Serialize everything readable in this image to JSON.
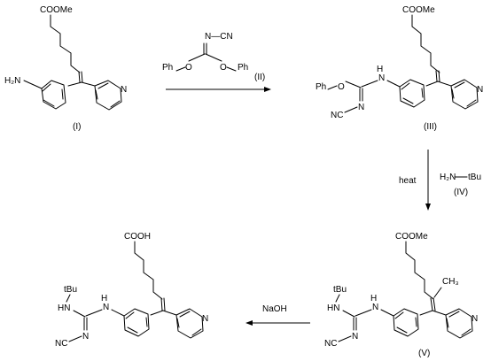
{
  "compounds": {
    "I": {
      "label": "(I)",
      "ester": "COOMe",
      "amine": "H₂N",
      "ring_n": "N"
    },
    "II": {
      "label": "(II)",
      "nitrile": "N—CN",
      "o_left": "O",
      "o_right": "O",
      "ph_left": "Ph",
      "ph_right": "Ph"
    },
    "III": {
      "label": "(III)",
      "ester": "COOMe",
      "phenoxy": "Ph",
      "o": "O",
      "nh": "H",
      "n_imine": "N",
      "n_linker": "N",
      "nc": "NC",
      "ring_n": "N"
    },
    "IV": {
      "label": "(IV)",
      "amine": "H₂N",
      "tbu": "tBu"
    },
    "V": {
      "label": "(V)",
      "ester": "COOMe",
      "methyl": "CH₃",
      "tbu": "tBu",
      "hn": "HN",
      "nh": "H",
      "n_linker": "N",
      "n_imine": "N",
      "nc": "NC",
      "ring_n": "N"
    },
    "product": {
      "acid": "COOH",
      "tbu": "tBu",
      "hn": "HN",
      "nh": "H",
      "n_linker": "N",
      "n_imine": "N",
      "nc": "NC",
      "ring_n": "N"
    }
  },
  "conditions": {
    "step2_condition": "heat",
    "step3_reagent": "NaOH"
  }
}
